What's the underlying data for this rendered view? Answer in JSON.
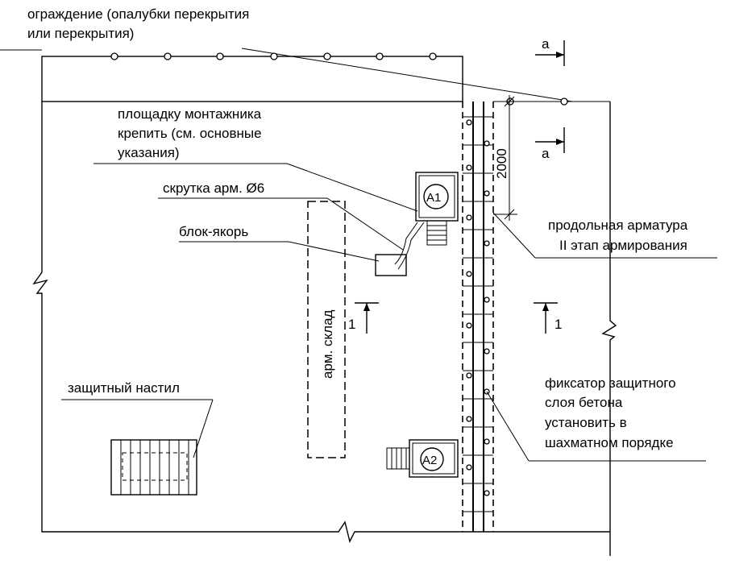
{
  "labels": {
    "fence_line1": "ограждение (опалубки перекрытия",
    "fence_line2": "или перекрытия)",
    "platform_line1": "площадку монтажника",
    "platform_line2": "крепить (см. основные",
    "platform_line3": "указания)",
    "twist": "скрутка арм. Ø6",
    "anchor": "блок-якорь",
    "warehouse": "арм. склад",
    "deck": "защитный настил",
    "longitudinal_line1": "продольная арматура",
    "longitudinal_line2": "II этап армирования",
    "fixator_line1": "фиксатор защитного",
    "fixator_line2": "слоя бетона",
    "fixator_line3": "установить в",
    "fixator_line4": "шахматном порядке",
    "dimension": "2000",
    "section_a": "а",
    "section_1": "1",
    "marker_a1": "А1",
    "marker_a2": "А2"
  }
}
